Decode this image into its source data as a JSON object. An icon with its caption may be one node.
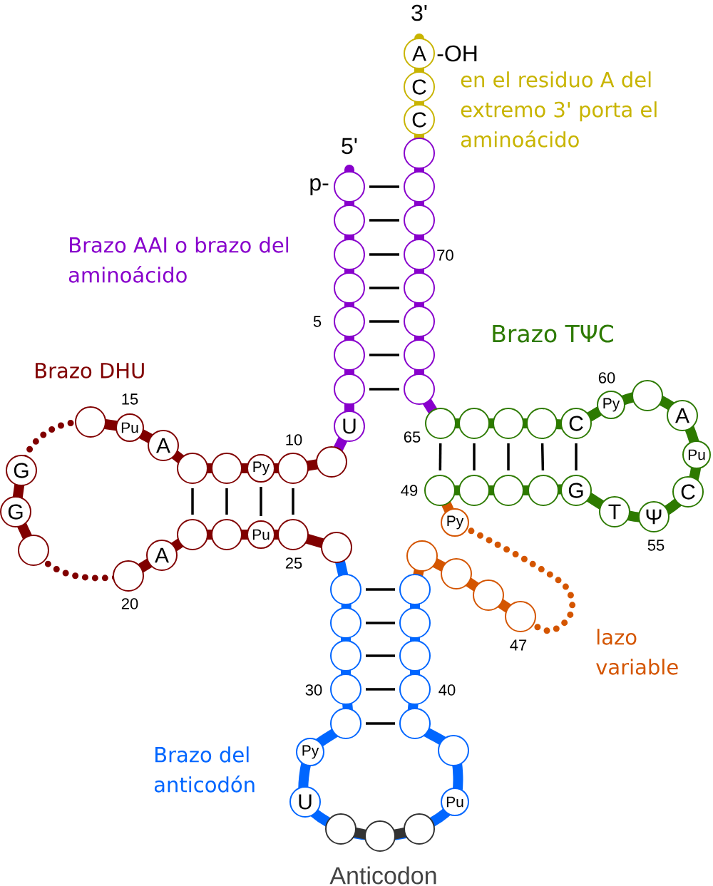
{
  "diagram": {
    "nodes": [
      {
        "text": [],
        "shape": "circle"
      },
      {
        "text": [],
        "shape": "circle"
      },
      {
        "text": [],
        "shape": "circle"
      },
      {
        "text": [],
        "shape": "circle"
      },
      {
        "text": [],
        "shape": "circle"
      },
      {
        "text": [],
        "shape": "circle"
      },
      {
        "text": [],
        "shape": "circle"
      },
      {
        "text": [
          "U"
        ]
      },
      {
        "text": [],
        "shape": "circle"
      },
      {
        "text": [],
        "shape": "circle"
      },
      {
        "text": [
          "Py"
        ]
      },
      {
        "text": [],
        "shape": "circle"
      },
      {
        "text": [],
        "shape": "circle"
      },
      {
        "text": [
          "A"
        ]
      },
      {
        "text": [
          "Pu"
        ]
      },
      {
        "text": [],
        "shape": "circle"
      },
      {
        "text": [
          "G"
        ]
      },
      {
        "text": [
          "G"
        ]
      },
      {
        "text": [],
        "shape": "circle"
      },
      {
        "text": [],
        "shape": "circle"
      },
      {
        "text": [
          "A"
        ]
      },
      {
        "text": [],
        "shape": "circle"
      },
      {
        "text": [],
        "shape": "circle"
      },
      {
        "text": [
          "Pu"
        ]
      },
      {
        "text": [],
        "shape": "circle"
      },
      {
        "text": [],
        "shape": "circle"
      },
      {
        "text": [],
        "shape": "circle"
      },
      {
        "text": [],
        "shape": "circle"
      },
      {
        "text": [],
        "shape": "circle"
      },
      {
        "text": [],
        "shape": "circle"
      },
      {
        "text": [],
        "shape": "circle"
      },
      {
        "text": [
          "Py"
        ]
      },
      {
        "text": [
          "U"
        ]
      },
      {
        "text": [],
        "shape": "circle"
      },
      {
        "text": [],
        "shape": "circle"
      },
      {
        "text": [],
        "shape": "circle"
      },
      {
        "text": [
          "Pu"
        ]
      },
      {
        "text": [],
        "shape": "circle"
      },
      {
        "text": [],
        "shape": "circle"
      },
      {
        "text": [],
        "shape": "circle"
      },
      {
        "text": [],
        "shape": "circle"
      },
      {
        "text": [],
        "shape": "circle"
      },
      {
        "text": [],
        "shape": "circle"
      },
      {
        "text": [],
        "shape": "circle"
      },
      {
        "text": [],
        "shape": "circle"
      },
      {
        "text": [],
        "shape": "circle"
      },
      {
        "text": [],
        "shape": "circle"
      },
      {
        "text": [
          "Py"
        ]
      },
      {
        "text": [],
        "shape": "circle"
      },
      {
        "text": [],
        "shape": "circle"
      },
      {
        "text": [],
        "shape": "circle"
      },
      {
        "text": [],
        "shape": "circle"
      },
      {
        "text": [
          "G"
        ]
      },
      {
        "text": [
          "T"
        ]
      },
      {
        "text": [
          "Ψ"
        ]
      },
      {
        "text": [
          "C"
        ]
      },
      {
        "text": [
          "Pu"
        ]
      },
      {
        "text": [
          "A"
        ]
      },
      {
        "text": [],
        "shape": "circle"
      },
      {
        "text": [
          "Py"
        ]
      },
      {
        "text": [
          "C"
        ]
      },
      {
        "text": [],
        "shape": "circle"
      },
      {
        "text": [],
        "shape": "circle"
      },
      {
        "text": [],
        "shape": "circle"
      },
      {
        "text": [],
        "shape": "circle"
      },
      {
        "text": [],
        "shape": "circle"
      },
      {
        "text": [],
        "shape": "circle"
      },
      {
        "text": [],
        "shape": "circle"
      },
      {
        "text": [],
        "shape": "circle"
      },
      {
        "text": [],
        "shape": "circle"
      },
      {
        "text": [],
        "shape": "circle"
      },
      {
        "text": [],
        "shape": "circle"
      },
      {
        "text": [],
        "shape": "circle"
      },
      {
        "text": [
          "C"
        ]
      },
      {
        "text": [
          "C"
        ]
      },
      {
        "text": [
          "A"
        ]
      }
    ],
    "edges": [
      {
        "from": 0,
        "to": 71,
        "arrow": "none"
      },
      {
        "from": 1,
        "to": 70,
        "arrow": "none"
      },
      {
        "from": 2,
        "to": 69,
        "arrow": "none"
      },
      {
        "from": 3,
        "to": 68,
        "arrow": "none"
      },
      {
        "from": 4,
        "to": 67,
        "arrow": "none"
      },
      {
        "from": 5,
        "to": 66,
        "arrow": "none"
      },
      {
        "from": 6,
        "to": 65,
        "arrow": "none"
      },
      {
        "from": 9,
        "to": 24,
        "arrow": "none"
      },
      {
        "from": 10,
        "to": 23,
        "arrow": "none"
      },
      {
        "from": 11,
        "to": 22,
        "arrow": "none"
      },
      {
        "from": 12,
        "to": 21,
        "arrow": "none"
      },
      {
        "from": 26,
        "to": 42,
        "arrow": "none"
      },
      {
        "from": 27,
        "to": 41,
        "arrow": "none"
      },
      {
        "from": 28,
        "to": 40,
        "arrow": "none"
      },
      {
        "from": 29,
        "to": 39,
        "arrow": "none"
      },
      {
        "from": 30,
        "to": 38,
        "arrow": "none"
      },
      {
        "from": 48,
        "to": 64,
        "arrow": "none"
      },
      {
        "from": 49,
        "to": 63,
        "arrow": "none"
      },
      {
        "from": 50,
        "to": 62,
        "arrow": "none"
      },
      {
        "from": 51,
        "to": 61,
        "arrow": "none"
      },
      {
        "from": 52,
        "to": 60,
        "arrow": "none"
      }
    ],
    "labels": [
      "3'",
      "-OH",
      "en el residuo A del extremo 3' porta el aminoácido",
      "5'",
      "p-",
      "Brazo AAI o brazo del aminoácido",
      "70",
      "5",
      "Brazo TΨC",
      "Brazo DHU",
      "15",
      "60",
      "10",
      "65",
      "49",
      "25",
      "55",
      "20",
      "47",
      "lazo variable",
      "30",
      "40",
      "Brazo del anticodón",
      "Anticodon"
    ]
  }
}
